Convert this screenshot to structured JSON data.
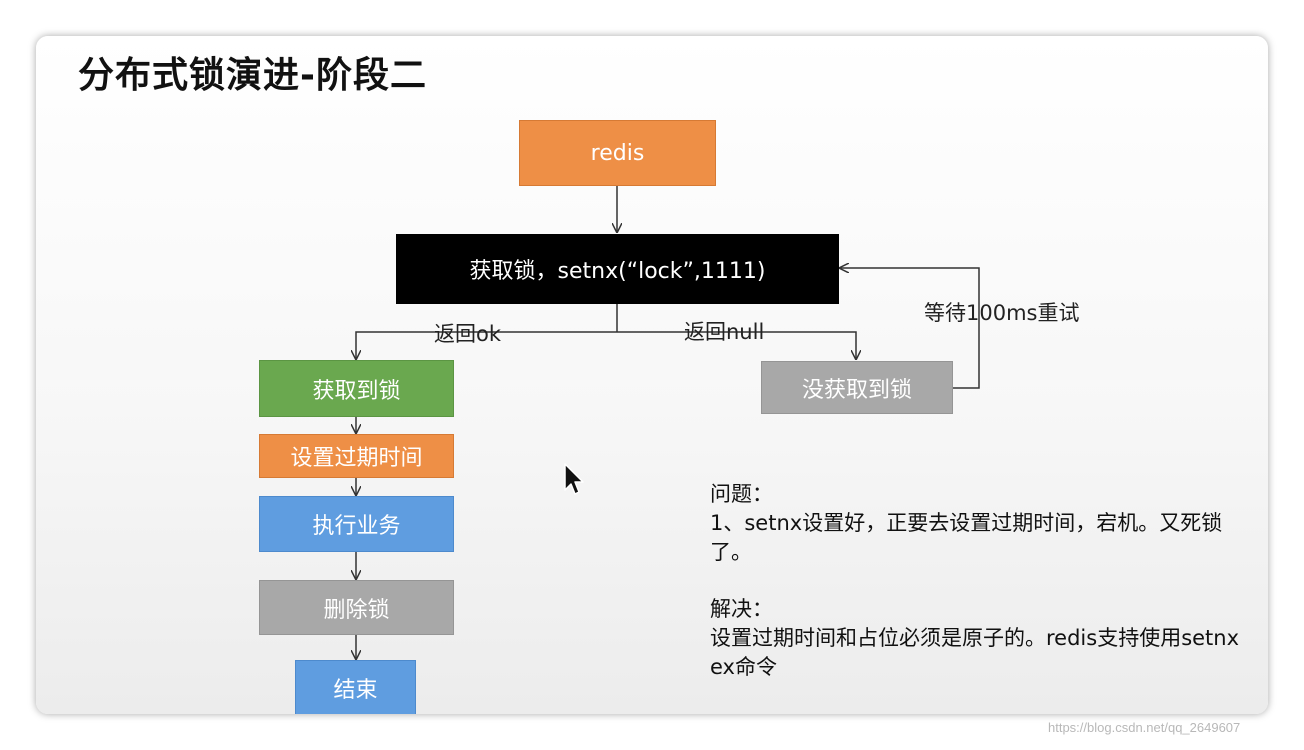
{
  "title": "分布式锁演进-阶段二",
  "nodes": {
    "redis": "redis",
    "acquire": "获取锁，setnx(“lock”,1111)",
    "got_lock": "获取到锁",
    "set_expire": "设置过期时间",
    "execute": "执行业务",
    "delete_lock": "删除锁",
    "end": "结束",
    "no_lock": "没获取到锁"
  },
  "edges": {
    "ok": "返回ok",
    "null": "返回null",
    "retry": "等待100ms重试"
  },
  "notes": {
    "problem_heading": "问题：",
    "problem_text": "1、setnx设置好，正要去设置过期时间，宕机。又死锁了。",
    "solution_heading": "解决：",
    "solution_text": "设置过期时间和占位必须是原子的。redis支持使用setnx ex命令"
  },
  "watermark": "https://blog.csdn.net/qq_2649607",
  "colors": {
    "orange": "#ee8f46",
    "green": "#6aa84f",
    "gray": "#a8a8a8",
    "blue": "#5f9de0",
    "black": "#000000"
  }
}
